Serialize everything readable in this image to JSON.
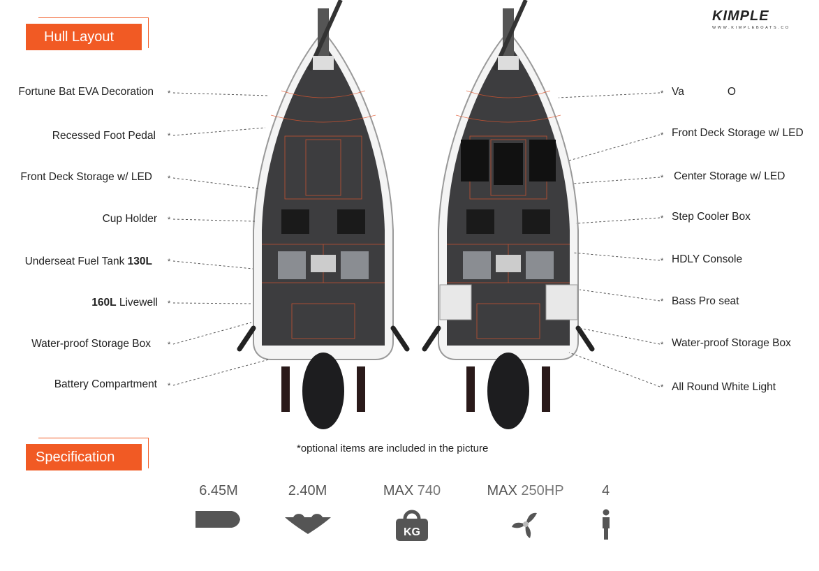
{
  "brand": {
    "name": "KIMPLE",
    "url": "WWW.KIMPLEBOATS.CO"
  },
  "sections": {
    "hull_layout": "Hull Layout",
    "specification": "Specification"
  },
  "left_labels": [
    {
      "text": "Fortune Bat EVA Decoration"
    },
    {
      "text": "Recessed Foot Pedal"
    },
    {
      "text": "Front Deck Storage w/ LED"
    },
    {
      "text": "Cup Holder"
    },
    {
      "text": "Underseat Fuel Tank ",
      "bold": "130L"
    },
    {
      "bold": "160L",
      "text": " Livewell"
    },
    {
      "text": "Water-proof Storage Box"
    },
    {
      "text": "Battery Compartment"
    }
  ],
  "right_labels": [
    {
      "text": "Va",
      "text2": "O"
    },
    {
      "text": "Front Deck Storage w/ LED"
    },
    {
      "text": "Center Storage w/ LED"
    },
    {
      "text": "Step Cooler Box"
    },
    {
      "text": "HDLY Console"
    },
    {
      "text": "Bass Pro seat"
    },
    {
      "text": "Water-proof Storage Box"
    },
    {
      "text": "All Round White Light"
    }
  ],
  "note": "*optional items are included in the picture",
  "specs": [
    {
      "value": "6.45M",
      "icon": "boat-length-icon"
    },
    {
      "value": "2.40M",
      "icon": "boat-beam-icon"
    },
    {
      "prefix": "MAX ",
      "value": "740",
      "icon": "kg-weight-icon",
      "icon_text": "KG"
    },
    {
      "prefix": "MAX ",
      "value": "250HP",
      "icon": "propeller-icon"
    },
    {
      "value": "4",
      "icon": "person-icon"
    }
  ],
  "colors": {
    "accent": "#f15a24",
    "deck": "#3d3d3f"
  }
}
